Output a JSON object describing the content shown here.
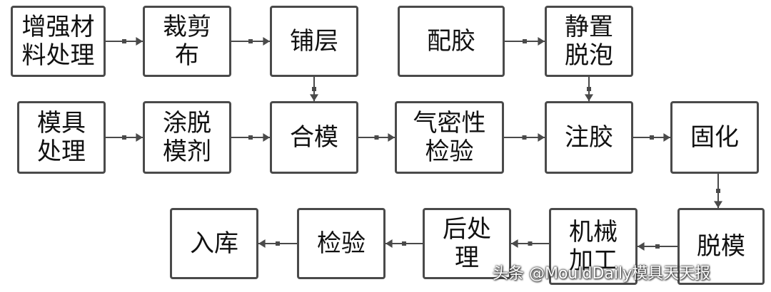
{
  "diagram": {
    "nodes": [
      {
        "id": "n1",
        "label": "增强材\n料处理"
      },
      {
        "id": "n2",
        "label": "裁剪\n布"
      },
      {
        "id": "n3",
        "label": "铺层"
      },
      {
        "id": "n4",
        "label": "配胶"
      },
      {
        "id": "n5",
        "label": "静置\n脱泡"
      },
      {
        "id": "n6",
        "label": "模具\n处理"
      },
      {
        "id": "n7",
        "label": "涂脱\n模剂"
      },
      {
        "id": "n8",
        "label": "合模"
      },
      {
        "id": "n9",
        "label": "气密性\n检验"
      },
      {
        "id": "n10",
        "label": "注胶"
      },
      {
        "id": "n11",
        "label": "固化"
      },
      {
        "id": "n12",
        "label": "脱模"
      },
      {
        "id": "n13",
        "label": "机械\n加工"
      },
      {
        "id": "n14",
        "label": "后处\n理"
      },
      {
        "id": "n15",
        "label": "检验"
      },
      {
        "id": "n16",
        "label": "入库"
      }
    ],
    "edges": [
      {
        "from": "n1",
        "to": "n2"
      },
      {
        "from": "n2",
        "to": "n3"
      },
      {
        "from": "n4",
        "to": "n5"
      },
      {
        "from": "n3",
        "to": "n8"
      },
      {
        "from": "n5",
        "to": "n10"
      },
      {
        "from": "n6",
        "to": "n7"
      },
      {
        "from": "n7",
        "to": "n8"
      },
      {
        "from": "n8",
        "to": "n9"
      },
      {
        "from": "n9",
        "to": "n10"
      },
      {
        "from": "n10",
        "to": "n11"
      },
      {
        "from": "n11",
        "to": "n12"
      },
      {
        "from": "n12",
        "to": "n13"
      },
      {
        "from": "n13",
        "to": "n14"
      },
      {
        "from": "n14",
        "to": "n15"
      },
      {
        "from": "n15",
        "to": "n16"
      }
    ],
    "colors": {
      "stroke": "#4a4a4a",
      "text": "#111111",
      "background": "#ffffff"
    }
  },
  "watermark": "头条 @MouldDaily模具天天报"
}
